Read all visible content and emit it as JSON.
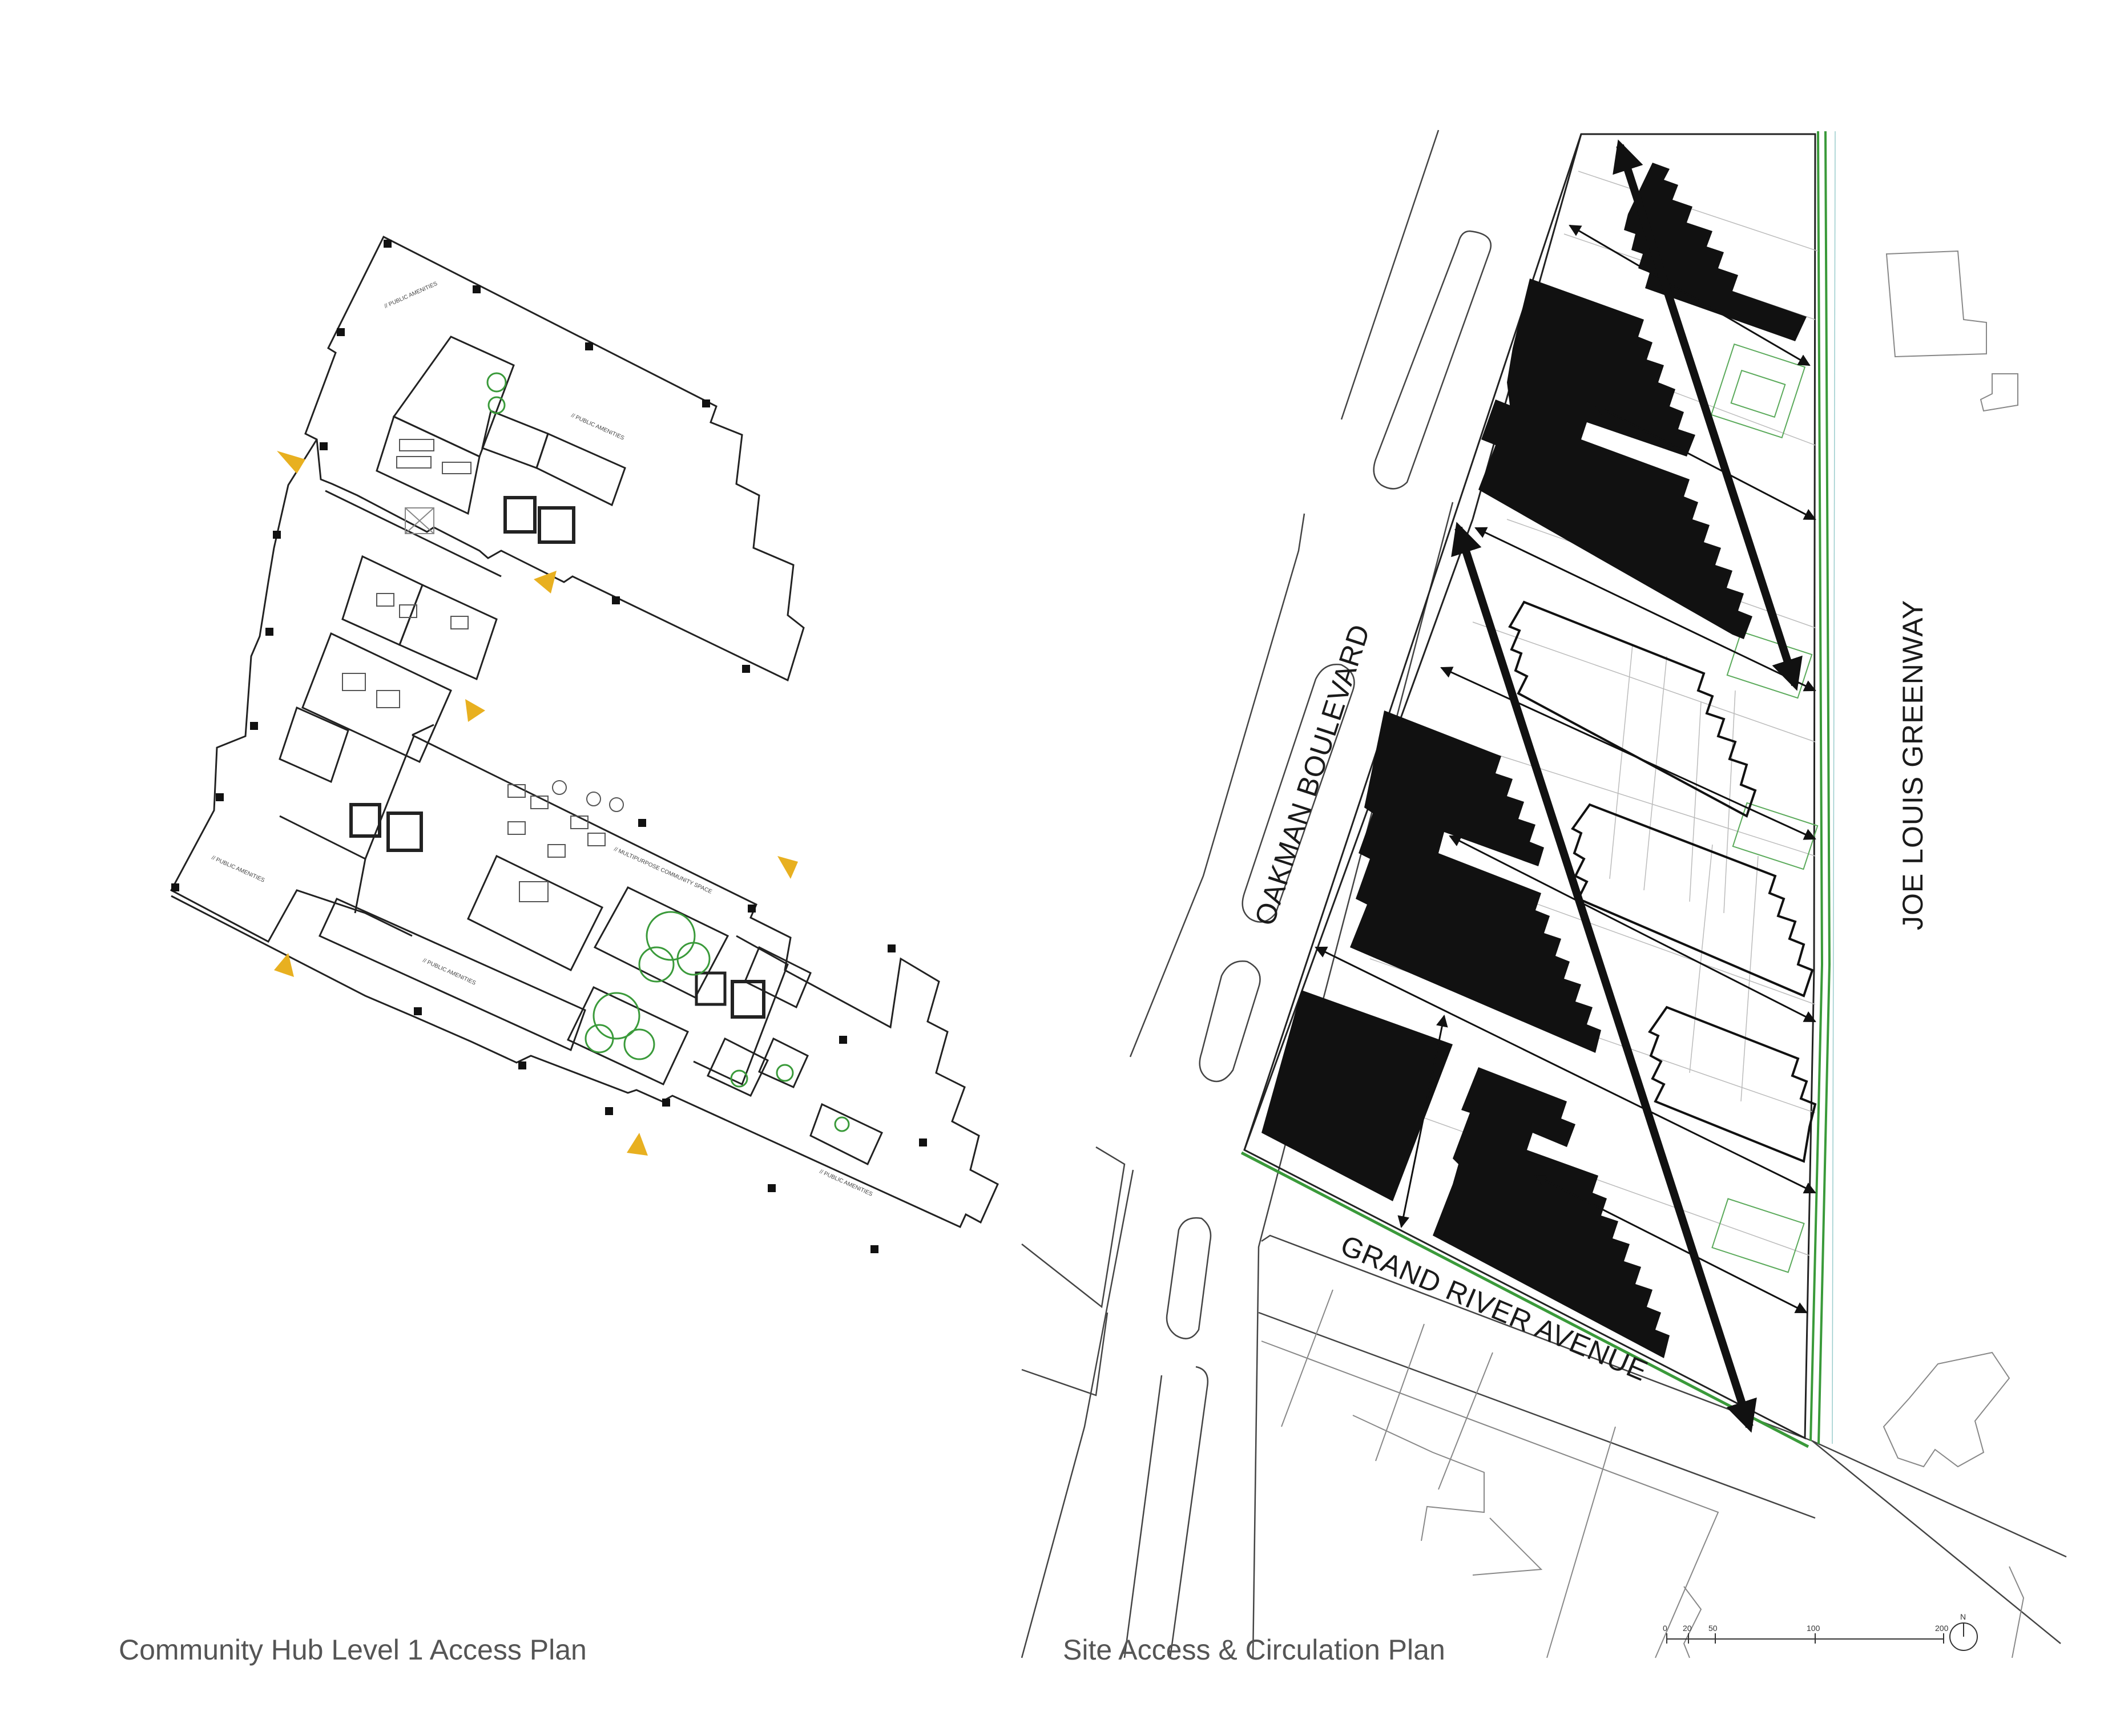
{
  "captions": {
    "left": "Community Hub Level 1 Access Plan",
    "right": "Site Access & Circulation Plan"
  },
  "streets": {
    "oakman": "OAKMAN BOULEVARD",
    "grand_river": "GRAND RIVER AVENUE",
    "joe_louis": "JOE LOUIS GREENWAY"
  },
  "floor_plan_labels": {
    "public_amenities": "// PUBLIC AMENITIES",
    "multipurpose": "// MULTIPURPOSE COMMUNITY SPACE"
  },
  "scale_bar": {
    "ticks": [
      "0",
      "20",
      "50",
      "100",
      "200"
    ],
    "north": "N"
  },
  "colors": {
    "building_fill": "#111111",
    "access_marker": "#E8B020",
    "greenway": "#3A9A3A",
    "linework": "#333333",
    "context_lines": "#888888"
  }
}
